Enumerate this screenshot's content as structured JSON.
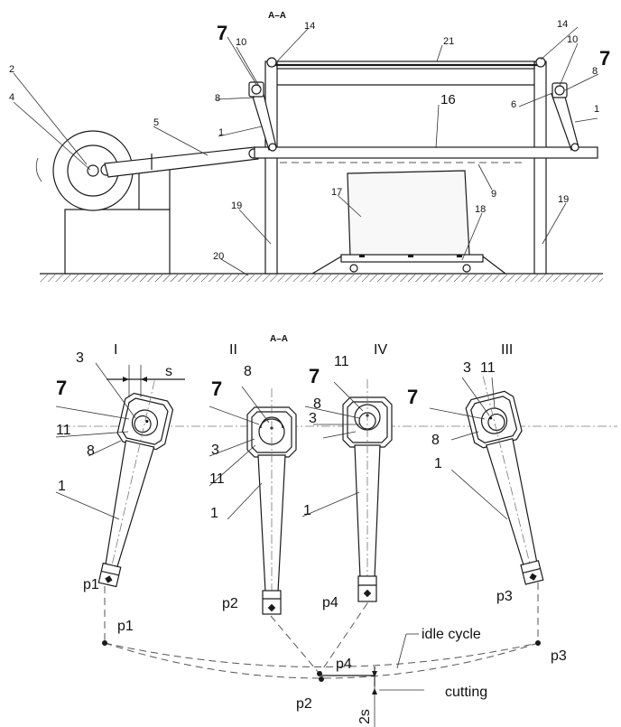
{
  "top_view": {
    "section_mark": "A–A",
    "labels": {
      "l2": "2",
      "l4": "4",
      "l5": "5",
      "l7_left": "7",
      "l7_right": "7",
      "l10_left": "10",
      "l10_right": "10",
      "l14_left": "14",
      "l14_right": "14",
      "l21": "21",
      "l16": "16",
      "l8_left": "8",
      "l8_right": "8",
      "l6": "6",
      "l1_left": "1",
      "l1_right": "1",
      "l9": "9",
      "l17": "17",
      "l18": "18",
      "l19_left": "19",
      "l19_right": "19",
      "l20": "20"
    }
  },
  "bottom_view": {
    "section_mark": "A–A",
    "columns": {
      "I": "I",
      "II": "II",
      "IV": "IV",
      "III": "III"
    },
    "labels": {
      "c1_3": "3",
      "c1_s": "s",
      "c1_7": "7",
      "c1_11": "11",
      "c1_8": "8",
      "c1_1": "1",
      "c2_8": "8",
      "c2_7": "7",
      "c2_3": "3",
      "c2_11": "11",
      "c2_1": "1",
      "c3_11": "11",
      "c3_7": "7",
      "c3_8": "8",
      "c3_3": "3",
      "c3_1": "1",
      "c4_3": "3",
      "c4_11": "11",
      "c4_7": "7",
      "c4_8": "8",
      "c4_1": "1",
      "p1_top": "p1",
      "p2_top": "p2",
      "p4_top": "p4",
      "p3_top": "p3",
      "p1_bottom": "p1",
      "p3_bottom": "p3",
      "p4_bottom": "p4",
      "p2_bottom": "p2",
      "idle": "idle cycle",
      "cutting": "cutting",
      "two_s": "2s"
    }
  }
}
